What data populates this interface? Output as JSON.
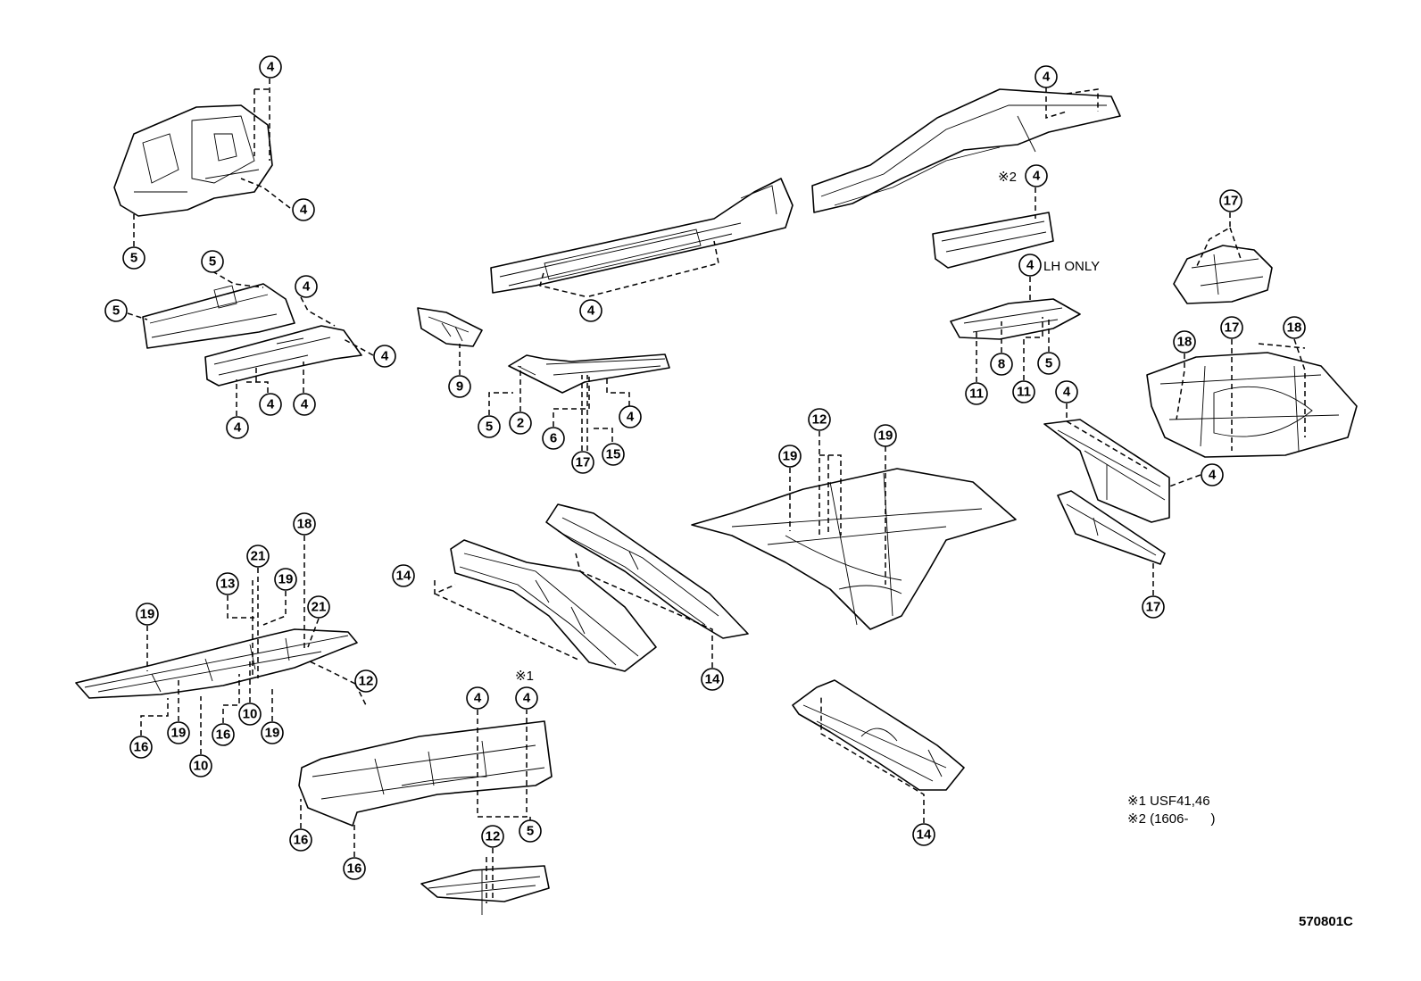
{
  "diagram": {
    "reference_code": "570801C",
    "notes": {
      "lh_only": "LH ONLY",
      "mark_1": "※1",
      "mark_2": "※2",
      "footnote_1": "※1 USF41,46",
      "footnote_2": "※2 (1606-      )"
    },
    "callout_labels": [
      "4",
      "4",
      "5",
      "5",
      "5",
      "4",
      "4",
      "4",
      "4",
      "4",
      "9",
      "5",
      "2",
      "6",
      "4",
      "17",
      "15",
      "4",
      "4",
      "4",
      "4",
      "17",
      "18",
      "17",
      "18",
      "11",
      "8",
      "11",
      "5",
      "4",
      "4",
      "17",
      "19",
      "12",
      "19",
      "19",
      "13",
      "21",
      "19",
      "18",
      "21",
      "12",
      "16",
      "19",
      "10",
      "16",
      "10",
      "19",
      "14",
      "14",
      "4",
      "4",
      "5",
      "16",
      "16",
      "12",
      "14"
    ]
  }
}
